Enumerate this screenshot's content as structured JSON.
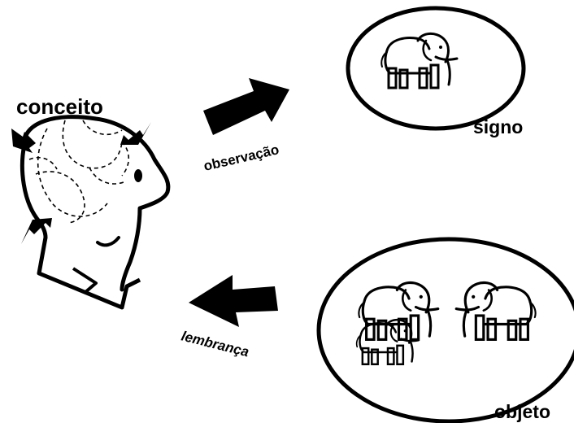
{
  "labels": {
    "conceito": "conceito",
    "signo": "signo",
    "objeto": "objeto",
    "observacao": "observação",
    "lembranca": "lembrança"
  },
  "colors": {
    "ink": "#000000",
    "background": "#ffffff"
  },
  "icons": [
    "head-icon",
    "elephant-icon",
    "arrow-right-icon",
    "arrow-left-icon"
  ]
}
